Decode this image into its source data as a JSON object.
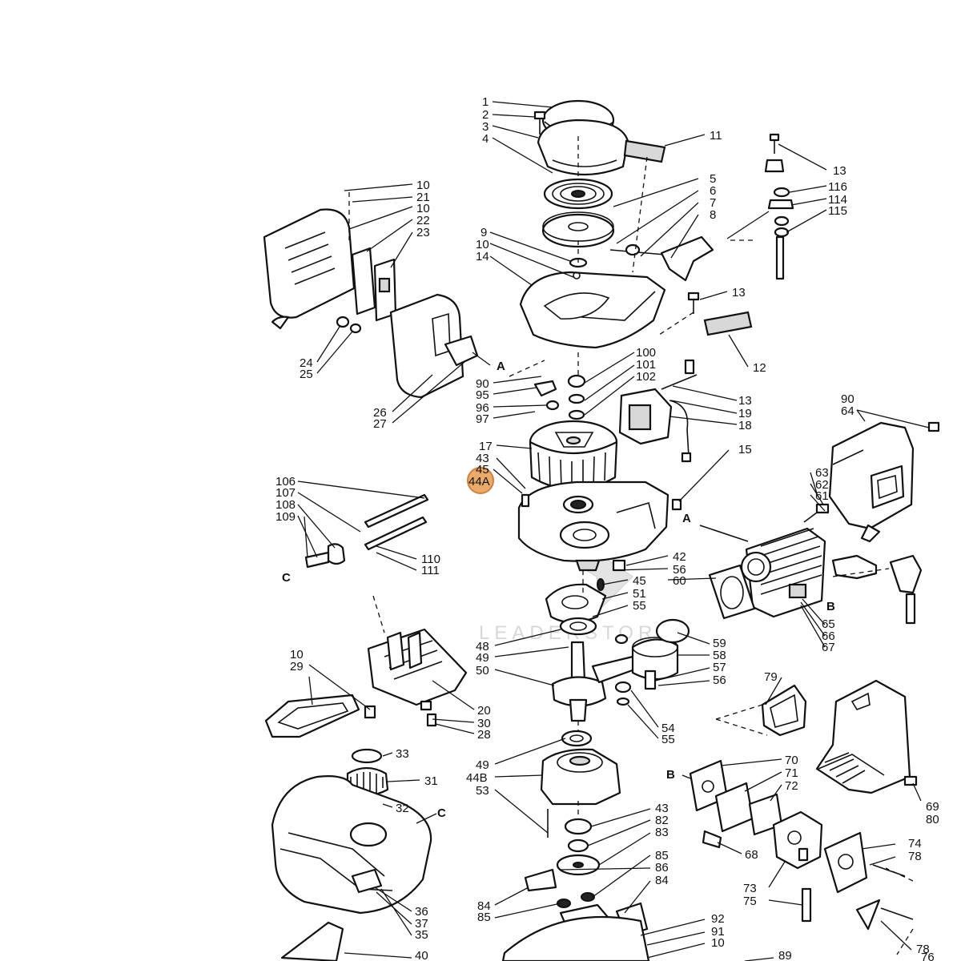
{
  "labels": {
    "l1": "1",
    "l2": "2",
    "l3": "3",
    "l4": "4",
    "l11": "11",
    "l13a": "13",
    "l116": "116",
    "l114": "114",
    "l115": "115",
    "l10a": "10",
    "l21": "21",
    "l10b": "10",
    "l22": "22",
    "l23": "23",
    "l5": "5",
    "l6": "6",
    "l7": "7",
    "l8": "8",
    "l9": "9",
    "l10c": "10",
    "l14": "14",
    "l13b": "13",
    "l12": "12",
    "l24": "24",
    "l25": "25",
    "l26": "26",
    "l27": "27",
    "lA1": "A",
    "l90a": "90",
    "l95": "95",
    "l96": "96",
    "l97": "97",
    "l100": "100",
    "l101": "101",
    "l102": "102",
    "l13c": "13",
    "l19": "19",
    "l18": "18",
    "l90b": "90",
    "l64": "64",
    "l17": "17",
    "l43a": "43",
    "l45a": "45",
    "l44A": "44A",
    "l15": "15",
    "l63": "63",
    "l62": "62",
    "l61": "61",
    "lA2": "A",
    "l106": "106",
    "l107": "107",
    "l108": "108",
    "l109": "109",
    "l110": "110",
    "l111": "111",
    "lC1": "C",
    "l42": "42",
    "l56a": "56",
    "l60": "60",
    "l45b": "45",
    "l51": "51",
    "l55a": "55",
    "lB1": "B",
    "l65": "65",
    "l66": "66",
    "l67": "67",
    "l48": "48",
    "l49a": "49",
    "l50": "50",
    "l59": "59",
    "l58": "58",
    "l57": "57",
    "l56b": "56",
    "l10d": "10",
    "l29": "29",
    "l20": "20",
    "l30": "30",
    "l28": "28",
    "l79": "79",
    "l54": "54",
    "l55b": "55",
    "l33": "33",
    "l31": "31",
    "l32": "32",
    "l49b": "49",
    "l44B": "44B",
    "l53": "53",
    "lB2": "B",
    "l70": "70",
    "l71": "71",
    "l72": "72",
    "l69": "69",
    "l80": "80",
    "lC2": "C",
    "l43b": "43",
    "l82": "82",
    "l83": "83",
    "l85a": "85",
    "l86": "86",
    "l84a": "84",
    "l84b": "84",
    "l85b": "85",
    "l68": "68",
    "l73": "73",
    "l75": "75",
    "l74": "74",
    "l78a": "78",
    "l36": "36",
    "l37": "37",
    "l35": "35",
    "l40": "40",
    "l92": "92",
    "l91": "91",
    "l10e": "10",
    "l89": "89",
    "l78b": "78",
    "l76": "76"
  }
}
